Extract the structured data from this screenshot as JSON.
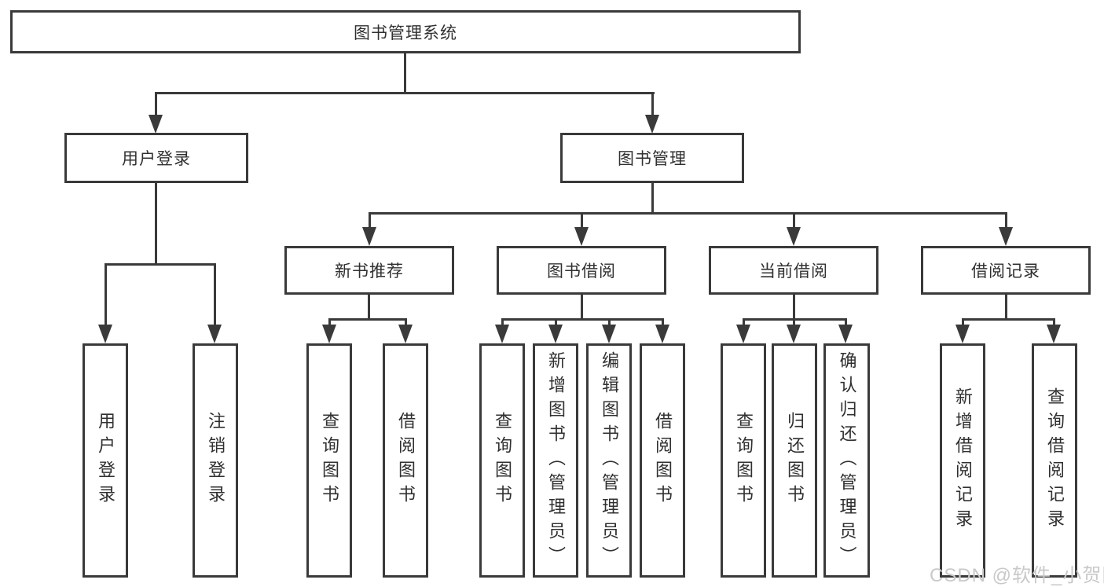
{
  "diagram_title": "图书管理系统",
  "colors": {
    "line": "#3a3a3a",
    "text": "#303030",
    "background": "#ffffff",
    "watermark": "#c9c9c9"
  },
  "watermark": "CSDN @软件_小贺同学",
  "tree": {
    "label": "图书管理系统",
    "children": [
      {
        "label": "用户登录",
        "children": [
          {
            "label": "用户登录"
          },
          {
            "label": "注销登录"
          }
        ]
      },
      {
        "label": "图书管理",
        "children": [
          {
            "label": "新书推荐",
            "children": [
              {
                "label": "查询图书"
              },
              {
                "label": "借阅图书"
              }
            ]
          },
          {
            "label": "图书借阅",
            "children": [
              {
                "label": "查询图书"
              },
              {
                "label": "新增图书（管理员）"
              },
              {
                "label": "编辑图书（管理员）"
              },
              {
                "label": "借阅图书"
              }
            ]
          },
          {
            "label": "当前借阅",
            "children": [
              {
                "label": "查询图书"
              },
              {
                "label": "归还图书"
              },
              {
                "label": "确认归还（管理员）"
              }
            ]
          },
          {
            "label": "借阅记录",
            "children": [
              {
                "label": "新增借阅记录"
              },
              {
                "label": "查询借阅记录"
              }
            ]
          }
        ]
      }
    ]
  }
}
